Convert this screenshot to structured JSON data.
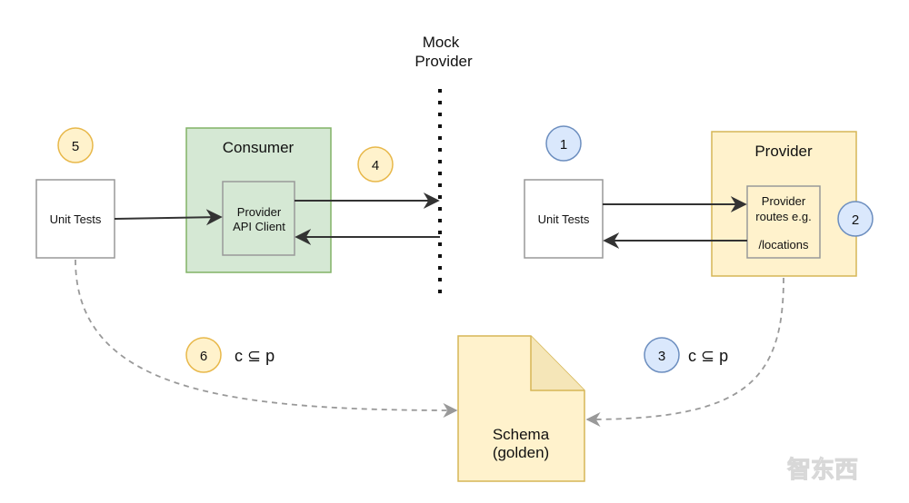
{
  "mock_provider": {
    "label_line1": "Mock",
    "label_line2": "Provider"
  },
  "consumer": {
    "title": "Consumer",
    "client_line1": "Provider",
    "client_line2": "API Client"
  },
  "provider": {
    "title": "Provider",
    "routes_line1": "Provider",
    "routes_line2": "routes e.g.",
    "routes_line3": "/locations"
  },
  "unit_tests_left": {
    "label": "Unit Tests"
  },
  "unit_tests_right": {
    "label": "Unit Tests"
  },
  "schema": {
    "line1": "Schema",
    "line2": "(golden)"
  },
  "steps": {
    "s1": "1",
    "s2": "2",
    "s3": "3",
    "s4": "4",
    "s5": "5",
    "s6": "6"
  },
  "formulas": {
    "left": "c ⊆ p",
    "right": "c ⊆ p"
  },
  "watermark": "智东西",
  "colors": {
    "consumer_fill": "#d5e8d4",
    "consumer_stroke": "#82b366",
    "provider_fill": "#fff2cc",
    "provider_stroke": "#d6b656",
    "blue_fill": "#dae8fc",
    "blue_stroke": "#6c8ebf",
    "box_stroke": "#999999",
    "arrow": "#333333",
    "dashed": "#999999"
  }
}
